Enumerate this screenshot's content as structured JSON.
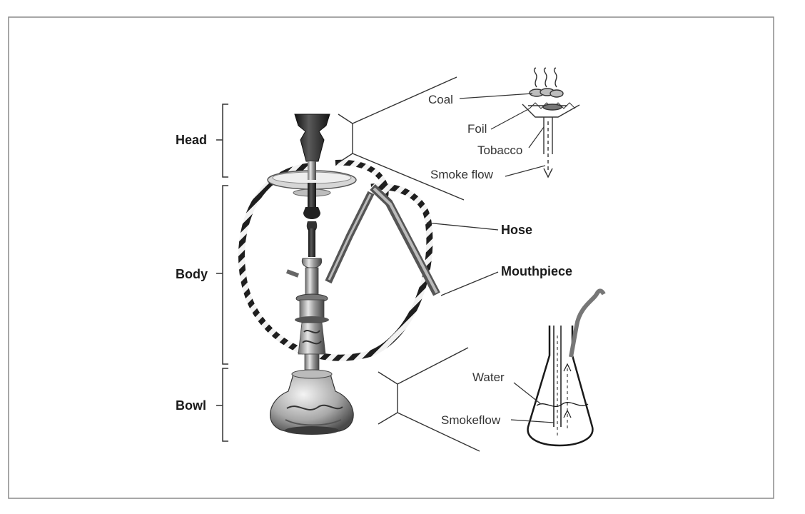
{
  "sections": {
    "head": "Head",
    "body": "Body",
    "bowl": "Bowl"
  },
  "callouts": {
    "hose": "Hose",
    "mouthpiece": "Mouthpiece"
  },
  "head_detail": {
    "coal": "Coal",
    "foil": "Foil",
    "tobacco": "Tobacco",
    "smoke_flow": "Smoke flow"
  },
  "bowl_detail": {
    "water": "Water",
    "smokeflow": "Smokeflow"
  },
  "colors": {
    "frame": "#8a8a8a",
    "line": "#333333",
    "metal_dark": "#2b2b2b",
    "metal_light": "#cfcfcf"
  }
}
